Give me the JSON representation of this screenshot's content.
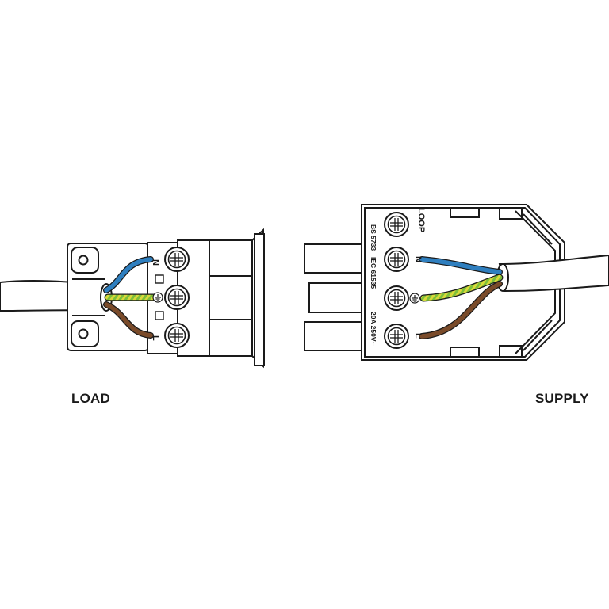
{
  "captions": {
    "load": "LOAD",
    "supply": "SUPPLY"
  },
  "load_connector": {
    "terminals": [
      "N",
      "",
      "L"
    ]
  },
  "supply_connector": {
    "terminals": [
      "",
      "N",
      "",
      "L"
    ],
    "markings": {
      "loop": "LOOP",
      "standard_bs": "BS 5733",
      "standard_iec": "IEC 61535",
      "rating": "20A 250V~"
    }
  },
  "wire_colors": {
    "neutral": "#2f7fbf",
    "live": "#7a4b2a",
    "earth_green": "#7cbf3a",
    "earth_yellow": "#d9d93a"
  }
}
